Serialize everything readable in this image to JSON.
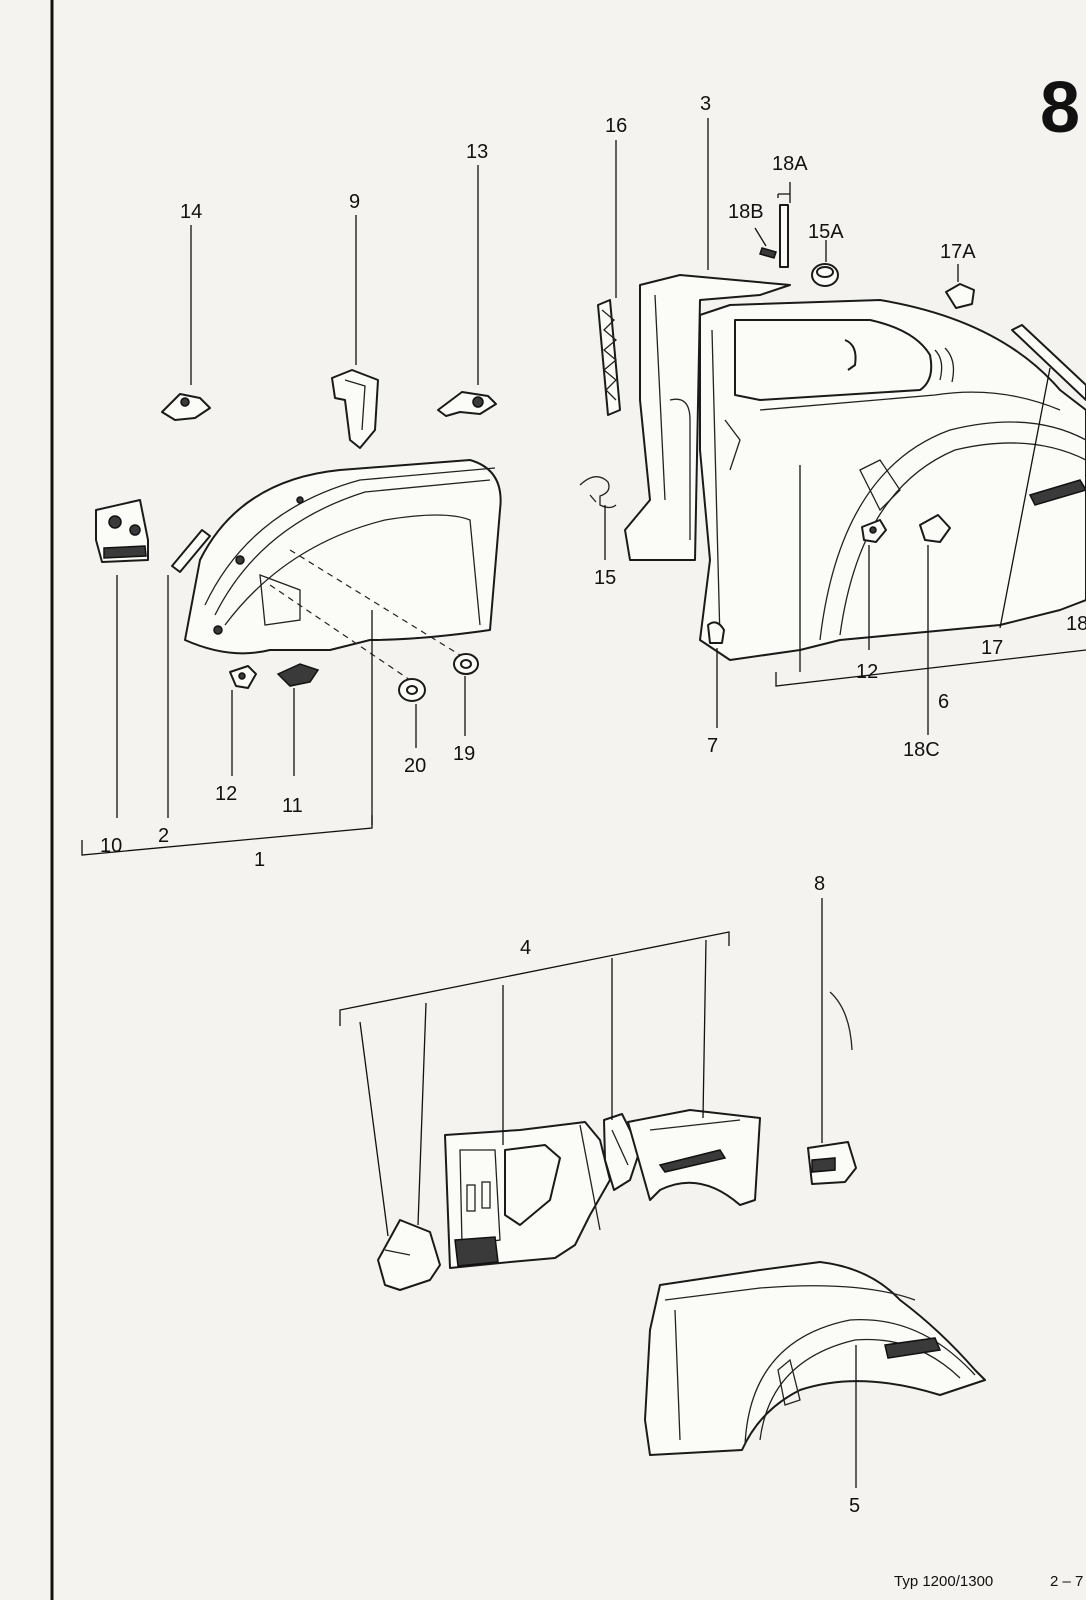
{
  "page_number": "8",
  "footer": {
    "type_label": "Typ 1200/1300",
    "page_code": "2 – 7"
  },
  "labels": {
    "l1": "1",
    "l2": "2",
    "l3": "3",
    "l4": "4",
    "l5": "5",
    "l6": "6",
    "l7": "7",
    "l8": "8",
    "l9": "9",
    "l10": "10",
    "l11": "11",
    "l12a": "12",
    "l12b": "12",
    "l13": "13",
    "l14": "14",
    "l15": "15",
    "l15a": "15A",
    "l16": "16",
    "l17": "17",
    "l17a": "17A",
    "l18": "18",
    "l18a": "18A",
    "l18b": "18B",
    "l18c": "18C",
    "l19": "19",
    "l20": "20"
  }
}
